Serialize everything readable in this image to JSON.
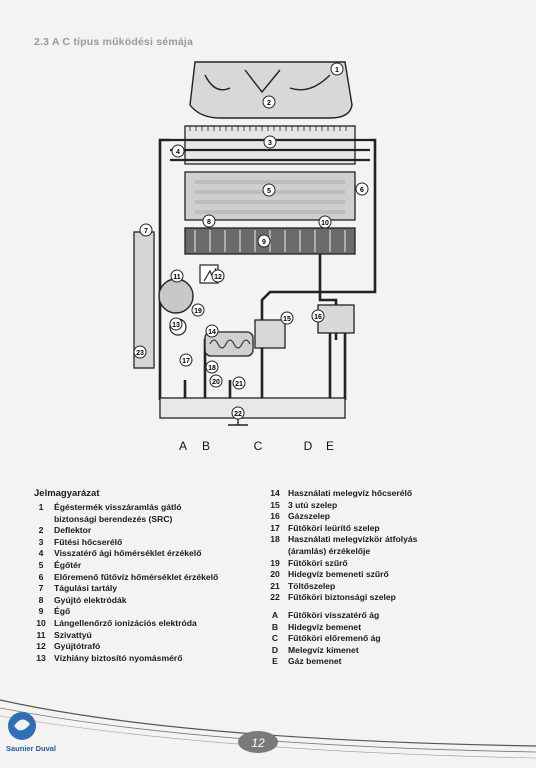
{
  "header": {
    "title": "2.3  A C típus működési sémája"
  },
  "diagram": {
    "components": [
      "1",
      "2",
      "3",
      "4",
      "5",
      "6",
      "7",
      "8",
      "9",
      "10",
      "11",
      "12",
      "13",
      "14",
      "15",
      "16",
      "17",
      "18",
      "19",
      "20",
      "21",
      "22",
      "23"
    ],
    "ports": [
      "A",
      "B",
      "C",
      "D",
      "E"
    ]
  },
  "legend": {
    "title": "Jelmagyarázat",
    "left_items": [
      {
        "key": "1",
        "text": "Égéstermék visszáramlás gátló"
      },
      {
        "key": "",
        "text": "biztonsági berendezés (SRC)"
      },
      {
        "key": "2",
        "text": "Deflektor"
      },
      {
        "key": "3",
        "text": "Fűtési hőcserélő"
      },
      {
        "key": "4",
        "text": "Visszatérő ági hőmérséklet érzékelő"
      },
      {
        "key": "5",
        "text": "Égőtér"
      },
      {
        "key": "6",
        "text": "Előremenő fűtővíz hőmérséklet érzékelő"
      },
      {
        "key": "7",
        "text": "Tágulási tartály"
      },
      {
        "key": "8",
        "text": "Gyújtó elektródák"
      },
      {
        "key": "9",
        "text": "Égő"
      },
      {
        "key": "10",
        "text": "Lángellenőrző ionizációs elektróda"
      },
      {
        "key": "11",
        "text": "Szivattyú"
      },
      {
        "key": "12",
        "text": "Gyújtótrafó"
      },
      {
        "key": "13",
        "text": "Vízhiány biztosító nyomásmérő"
      }
    ],
    "right_items": [
      {
        "key": "14",
        "text": "Használati melegvíz hőcserélő"
      },
      {
        "key": "15",
        "text": "3 utú szelep"
      },
      {
        "key": "16",
        "text": "Gázszelep"
      },
      {
        "key": "17",
        "text": "Fűtőköri leürítő szelep"
      },
      {
        "key": "18",
        "text": "Használati melegvízkör átfolyás"
      },
      {
        "key": "",
        "text": "(áramlás) érzékelője"
      },
      {
        "key": "19",
        "text": "Fűtőköri szűrő"
      },
      {
        "key": "20",
        "text": "Hidegvíz bemeneti szűrő"
      },
      {
        "key": "21",
        "text": "Töltőszelep"
      },
      {
        "key": "22",
        "text": "Fűtőköri biztonsági szelep"
      }
    ],
    "port_items": [
      {
        "key": "A",
        "text": "Fűtőköri visszatérő ág"
      },
      {
        "key": "B",
        "text": "Hidegvíz bemenet"
      },
      {
        "key": "C",
        "text": "Fűtőköri előremenő ág"
      },
      {
        "key": "D",
        "text": "Melegvíz kimenet"
      },
      {
        "key": "E",
        "text": "Gáz bemenet"
      }
    ]
  },
  "footer": {
    "page_number": "12",
    "brand": "Saunier Duval"
  }
}
